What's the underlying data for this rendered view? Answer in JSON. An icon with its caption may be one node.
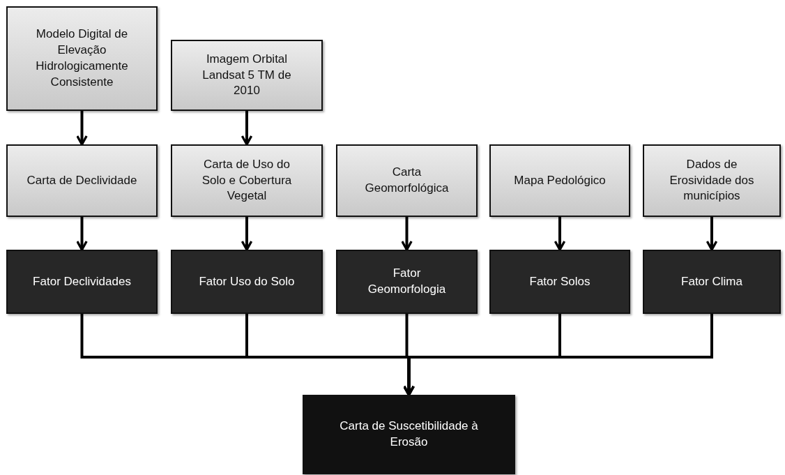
{
  "diagram": {
    "nodes": [
      {
        "text": [
          "Modelo Digital de Elevação Hidrologicamente Consistente"
        ]
      },
      {
        "text": [
          "Imagem Orbital Landsat 5 TM de 2010"
        ]
      },
      {
        "text": [
          "Carta de Declividade"
        ]
      },
      {
        "text": [
          "Carta de Uso do Solo e Cobertura Vegetal"
        ]
      },
      {
        "text": [
          "Carta Geomorfológica"
        ]
      },
      {
        "text": [
          "Mapa Pedológico"
        ]
      },
      {
        "text": [
          "Dados de Erosividade dos municípios"
        ]
      },
      {
        "text": [
          "Fator Declividades"
        ]
      },
      {
        "text": [
          "Fator Uso do Solo"
        ]
      },
      {
        "text": [
          "Fator Geomorfologia"
        ]
      },
      {
        "text": [
          "Fator Solos"
        ]
      },
      {
        "text": [
          "Fator Clima"
        ]
      },
      {
        "text": [
          "Carta de Suscetibilidade à Erosão"
        ]
      }
    ],
    "edges": [
      {
        "from": 0,
        "to": 2,
        "arrow": "to"
      },
      {
        "from": 1,
        "to": 3,
        "arrow": "to"
      },
      {
        "from": 2,
        "to": 7,
        "arrow": "to"
      },
      {
        "from": 3,
        "to": 8,
        "arrow": "to"
      },
      {
        "from": 4,
        "to": 9,
        "arrow": "to"
      },
      {
        "from": 5,
        "to": 10,
        "arrow": "to"
      },
      {
        "from": 6,
        "to": 11,
        "arrow": "to"
      },
      {
        "from": 7,
        "to": 12,
        "arrow": "to"
      },
      {
        "from": 8,
        "to": 12,
        "arrow": "to"
      },
      {
        "from": 9,
        "to": 12,
        "arrow": "to"
      },
      {
        "from": 10,
        "to": 12,
        "arrow": "to"
      },
      {
        "from": 11,
        "to": 12,
        "arrow": "to"
      }
    ]
  }
}
